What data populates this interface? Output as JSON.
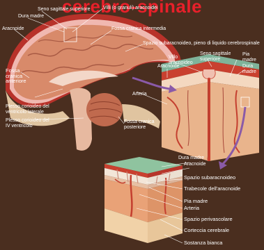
{
  "title": "cerebro-spinale",
  "labels": {
    "seno_sagittale_superiore": "Seno sagittale superiore",
    "dura_madre_1": "Dura madre",
    "villi": "Villi (o granuli) aracnoidei",
    "aracnoide_1": "Aracnoide",
    "fossa_intermedia": "Fossa cranica intermedia",
    "spazio_subaracnoideo_pieno": "Spazio subaracnoideo, pieno di liquido cerebrospinale",
    "fossa_anteriore": "Fossa\ncranica\nanteriore",
    "plesso_laterale": "Plesso corioideo del\nventricolo laterale",
    "plesso_iv": "Plesso corioideo del\nIV ventricolo",
    "fossa_posteriore": "Fossa cranica\nposteriore",
    "arteria_1": "Arteria",
    "villo_aracnoideo": "Villo\naracnoideo",
    "seno_sagittale_2": "Seno sagittale\nsuperiore",
    "aracnoide_2": "Aracnoide",
    "pia_madre_1": "Pia\nmadre",
    "dura_madre_2": "Dura\nmadre",
    "dura_madre_3": "Dura madre",
    "aracnoide_3": "Aracnoide",
    "spazio_subaracnoideo": "Spazio subaracnoideo",
    "trabecole": "Trabecole dell'aracnoide",
    "pia_madre_2": "Pia madre",
    "arteria_2": "Arteria",
    "spazio_perivascolare": "Spazio perivascolare",
    "corteccia": "Corteccia cerebrale",
    "sostanza_bianca": "Sostanza bianca"
  },
  "colors": {
    "background": "#4a2e1f",
    "title": "#e8202a",
    "dura": "#c9402f",
    "cortex": "#e8a27c",
    "arrow": "#8a5aa8"
  }
}
